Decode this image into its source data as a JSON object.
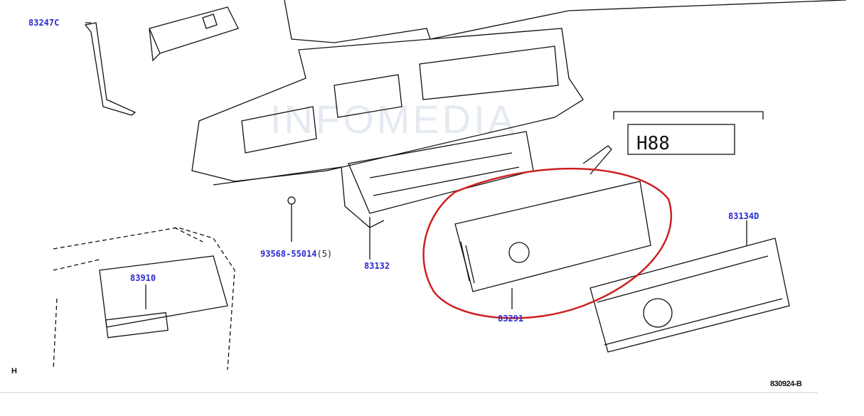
{
  "watermark": "INFOMEDIA",
  "labels": {
    "p83247C": "83247C",
    "p83910": "83910",
    "p93568": "93568-55014",
    "p93568_qty": "(5)",
    "p83132": "83132",
    "p83291": "83291",
    "p83134D": "83134D"
  },
  "corner_mark": "H",
  "diagram_code": "830924-B",
  "highlight_color": "#cc2020",
  "label_color": "#2a2ad0"
}
